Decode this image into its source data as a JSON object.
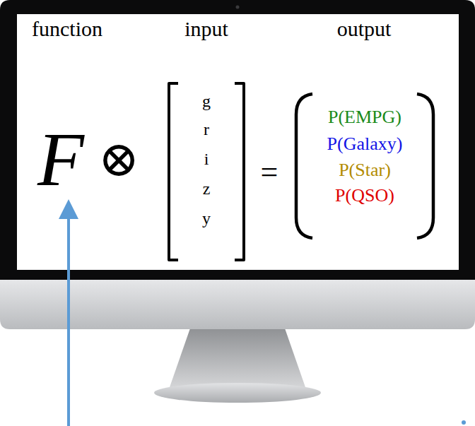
{
  "diagram": {
    "labels": [
      "function",
      "input",
      "output",
      "F",
      "⊗",
      "g",
      "r",
      "i",
      "z",
      "y",
      "=",
      "P(EMPG)",
      "P(Galaxy)",
      "P(Star)",
      "P(QSO)"
    ]
  }
}
